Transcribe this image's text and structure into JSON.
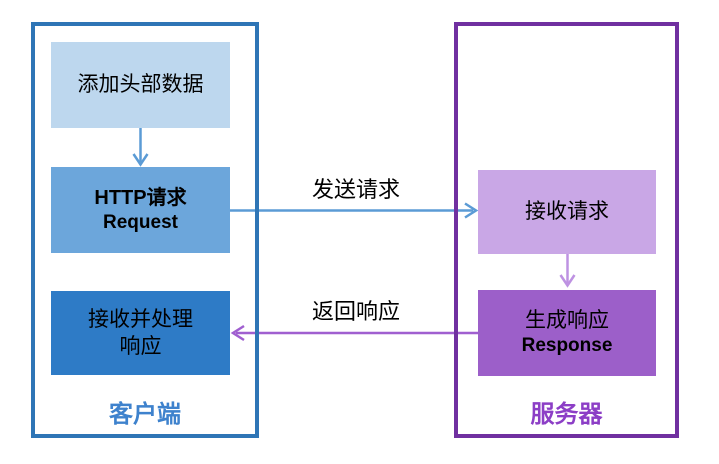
{
  "colors": {
    "client_border": "#2E75B6",
    "client_box_light": "#BDD7EE",
    "client_box_medium": "#6CA6DB",
    "client_box_dark": "#2E7BC6",
    "client_label": "#3E82CD",
    "blue_arrow": "#5B9BD5",
    "server_border": "#7030A0",
    "server_box_light": "#C9A7E6",
    "server_box_dark": "#9C5FC9",
    "server_label": "#8C3EC6",
    "purple_arrow": "#A05FD0",
    "purple_arrow_light": "#BE92E2"
  },
  "client": {
    "label": "客户端",
    "boxes": [
      {
        "line1": "添加头部数据"
      },
      {
        "line1": "HTTP请求",
        "line2": "Request"
      },
      {
        "line1": "接收并处理",
        "line2": "响应"
      }
    ]
  },
  "server": {
    "label": "服务器",
    "boxes": [
      {
        "line1": "接收请求"
      },
      {
        "line1": "生成响应",
        "line2": "Response"
      }
    ]
  },
  "flows": {
    "send_label": "发送请求",
    "return_label": "返回响应"
  }
}
